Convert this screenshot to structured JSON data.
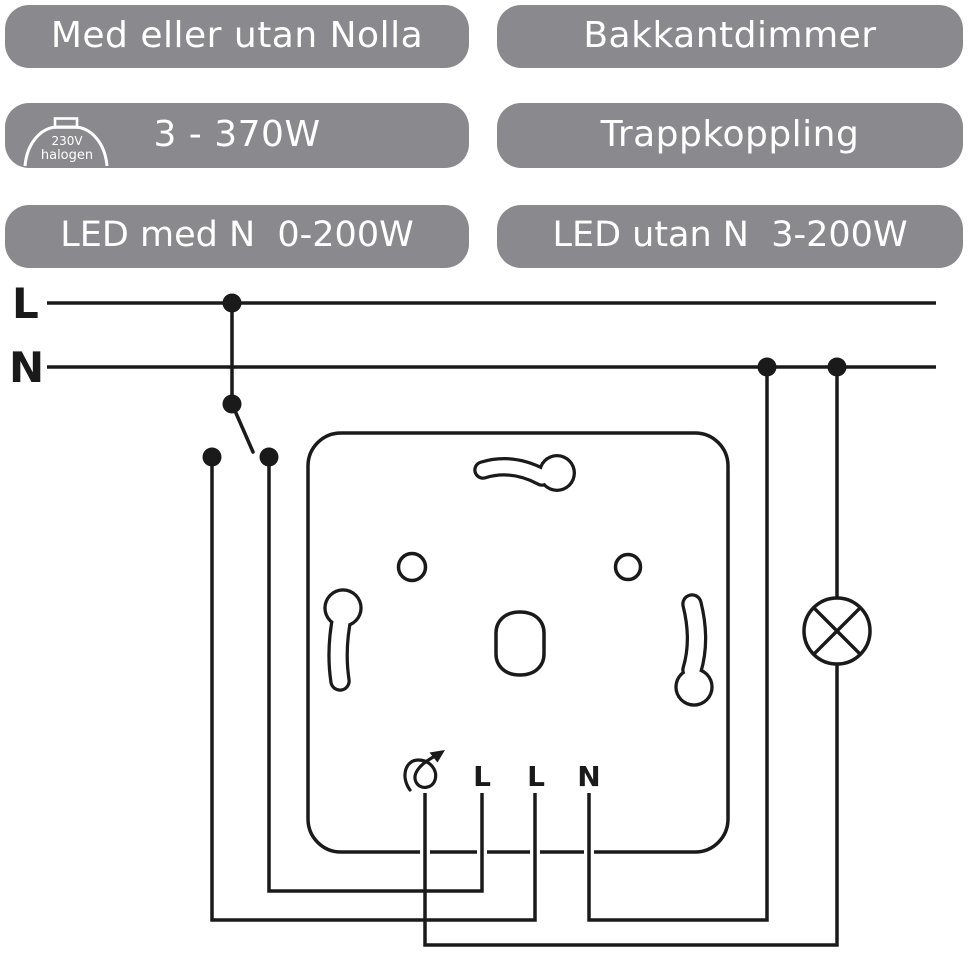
{
  "colors": {
    "badge_background": "#8a8a8e",
    "badge_text": "#ffffff",
    "diagram_ink": "#1a1a1a",
    "page_background": "#ffffff"
  },
  "badges": {
    "row1_left": "Med eller utan Nolla",
    "row1_right": "Bakkantdimmer",
    "row2_left": "3 - 370W",
    "row2_right": "Trappkoppling",
    "row3_left": "LED med N  0-200W",
    "row3_right": "LED utan N  3-200W"
  },
  "halogen_icon": {
    "line1": "230V",
    "line2": "halogen"
  },
  "wiring": {
    "live_label": "L",
    "neutral_label": "N",
    "terminals": {
      "output_icon": "dimmed-output-arrow",
      "l1": "L",
      "l2": "L",
      "n": "N"
    }
  }
}
